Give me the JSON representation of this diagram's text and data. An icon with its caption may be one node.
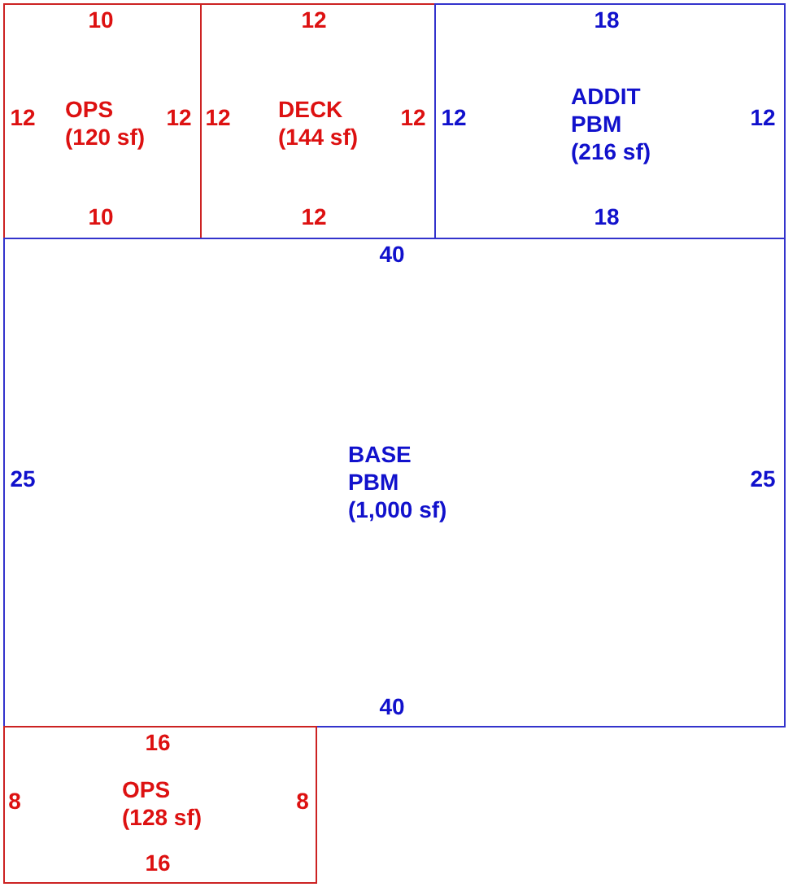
{
  "diagram": {
    "nodes": [
      {
        "text": [
          "OPS (120 sf)"
        ]
      },
      {
        "text": [
          "DECK (144 sf)"
        ]
      },
      {
        "text": [
          "ADDIT PBM (216 sf)"
        ]
      },
      {
        "text": [
          "BASE PBM (1,000 sf)"
        ]
      },
      {
        "text": [
          "OPS (128 sf)"
        ]
      }
    ],
    "edges": [],
    "labels": [
      "10",
      "12",
      "18",
      "12",
      "12",
      "12",
      "12",
      "12",
      "12",
      "10",
      "12",
      "18",
      "40",
      "25",
      "25",
      "40",
      "16",
      "8",
      "8",
      "16"
    ]
  }
}
